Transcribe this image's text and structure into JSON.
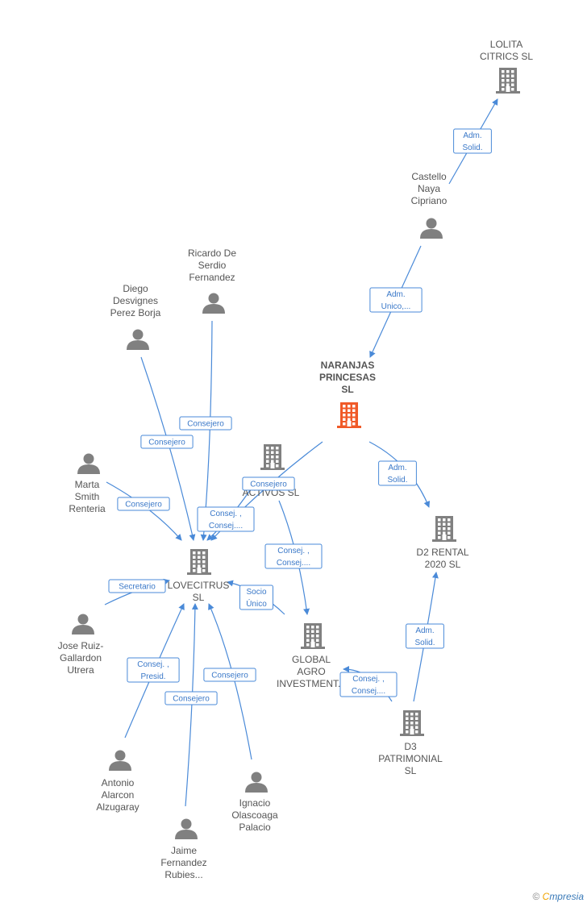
{
  "colors": {
    "company": "#808080",
    "center": "#f05a28",
    "person": "#808080",
    "edge": "#4a8ad8"
  },
  "nodes": [
    {
      "id": "lolita",
      "kind": "company",
      "lines": [
        "LOLITA",
        "CITRICS  SL"
      ]
    },
    {
      "id": "castello",
      "kind": "person",
      "lines": [
        "Castello",
        "Naya",
        "Cipriano"
      ]
    },
    {
      "id": "naranjas",
      "kind": "center",
      "lines": [
        "NARANJAS",
        "PRINCESAS",
        "SL"
      ]
    },
    {
      "id": "ricardo",
      "kind": "person",
      "lines": [
        "Ricardo De",
        "Serdio",
        "Fernandez"
      ]
    },
    {
      "id": "diego",
      "kind": "person",
      "lines": [
        "Diego",
        "Desvignes",
        "Perez Borja"
      ]
    },
    {
      "id": "activos",
      "kind": "company",
      "lines": [
        "ACTIVOS  SL"
      ]
    },
    {
      "id": "marta",
      "kind": "person",
      "lines": [
        "Marta",
        "Smith",
        "Renteria"
      ]
    },
    {
      "id": "lovecitrus",
      "kind": "company",
      "lines": [
        "LOVECITRUS",
        "SL"
      ]
    },
    {
      "id": "d2",
      "kind": "company",
      "lines": [
        "D2 RENTAL",
        "2020  SL"
      ]
    },
    {
      "id": "jose",
      "kind": "person",
      "lines": [
        "Jose Ruiz-",
        "Gallardon",
        "Utrera"
      ]
    },
    {
      "id": "global",
      "kind": "company",
      "lines": [
        "GLOBAL",
        "AGRO",
        "INVESTMENT..."
      ]
    },
    {
      "id": "d3",
      "kind": "company",
      "lines": [
        "D3",
        "PATRIMONIAL",
        "SL"
      ]
    },
    {
      "id": "antonio",
      "kind": "person",
      "lines": [
        "Antonio",
        "Alarcon",
        "Alzugaray"
      ]
    },
    {
      "id": "ignacio",
      "kind": "person",
      "lines": [
        "Ignacio",
        "Olascoaga",
        "Palacio"
      ]
    },
    {
      "id": "jaime",
      "kind": "person",
      "lines": [
        "Jaime",
        "Fernandez",
        "Rubies..."
      ]
    }
  ],
  "edges": [
    {
      "from": "castello",
      "to": "lolita",
      "label": [
        "Adm.",
        "Solid."
      ]
    },
    {
      "from": "castello",
      "to": "naranjas",
      "label": [
        "Adm.",
        "Unico,..."
      ]
    },
    {
      "from": "naranjas",
      "to": "d2",
      "label": [
        "Adm.",
        "Solid."
      ]
    },
    {
      "from": "naranjas",
      "to": "lovecitrus",
      "label": [
        "Consejero"
      ]
    },
    {
      "from": "ricardo",
      "to": "lovecitrus",
      "label": [
        "Consejero"
      ]
    },
    {
      "from": "diego",
      "to": "lovecitrus",
      "label": [
        "Consejero"
      ]
    },
    {
      "from": "marta",
      "to": "lovecitrus",
      "label": [
        "Consejero"
      ]
    },
    {
      "from": "activos",
      "to": "lovecitrus",
      "label": [
        "Consej. ,",
        "Consej...."
      ]
    },
    {
      "from": "activos",
      "to": "global",
      "label": [
        "Consej. ,",
        "Consej...."
      ]
    },
    {
      "from": "global",
      "to": "lovecitrus",
      "label": [
        "Socio",
        "Único"
      ]
    },
    {
      "from": "jose",
      "to": "lovecitrus",
      "label": [
        "Secretario"
      ]
    },
    {
      "from": "antonio",
      "to": "lovecitrus",
      "label": [
        "Consej. ,",
        "Presid."
      ]
    },
    {
      "from": "jaime",
      "to": "lovecitrus",
      "label": [
        "Consejero"
      ]
    },
    {
      "from": "ignacio",
      "to": "lovecitrus",
      "label": [
        "Consejero"
      ]
    },
    {
      "from": "d3",
      "to": "d2",
      "label": [
        "Adm.",
        "Solid."
      ]
    },
    {
      "from": "d3",
      "to": "global",
      "label": [
        "Consej. ,",
        "Consej...."
      ]
    }
  ],
  "footer": {
    "copyright": "©",
    "brand_initial": "C",
    "brand_rest": "mpresia"
  }
}
